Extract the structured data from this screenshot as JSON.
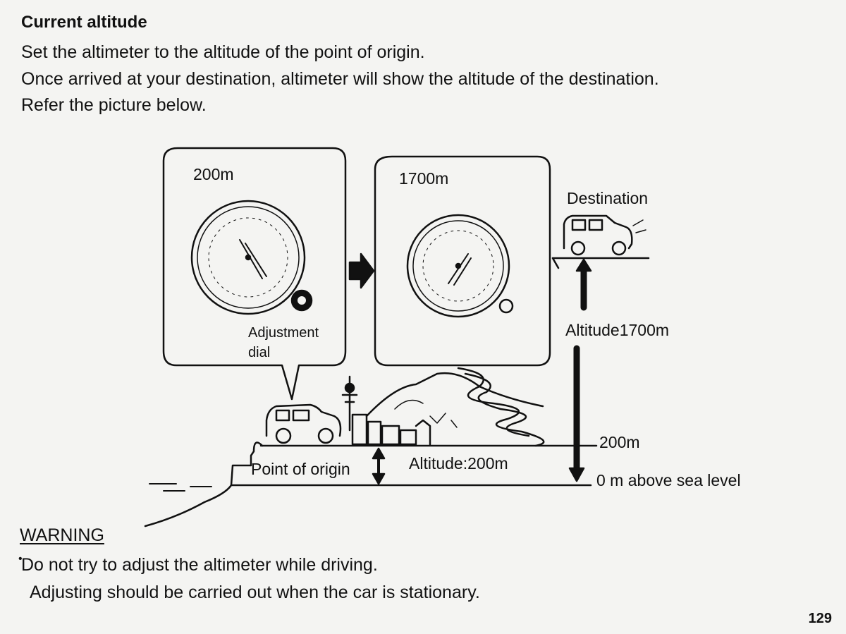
{
  "heading": "Current altitude",
  "intro": [
    "Set the altimeter to the altitude of the point of origin.",
    "Once arrived at your destination, altimeter will show the altitude of the destination.",
    "Refer the picture below."
  ],
  "diagram": {
    "origin_gauge_reading": "200m",
    "destination_gauge_reading": "1700m",
    "adjustment_dial_label": [
      "Adjustment",
      "dial"
    ],
    "destination_label": "Destination",
    "altitude_gain_label": "Altitude1700m",
    "level_200_label": "200m",
    "sea_level_label": "0 m above sea level",
    "point_of_origin_label": "Point of origin",
    "origin_altitude_label": "Altitude:200m"
  },
  "warning": {
    "title": "WARNING",
    "bullet": "•",
    "lines": [
      "Do not try to adjust the altimeter while driving.",
      "Adjusting should be carried out when the car is stationary."
    ]
  },
  "page_number": "129"
}
